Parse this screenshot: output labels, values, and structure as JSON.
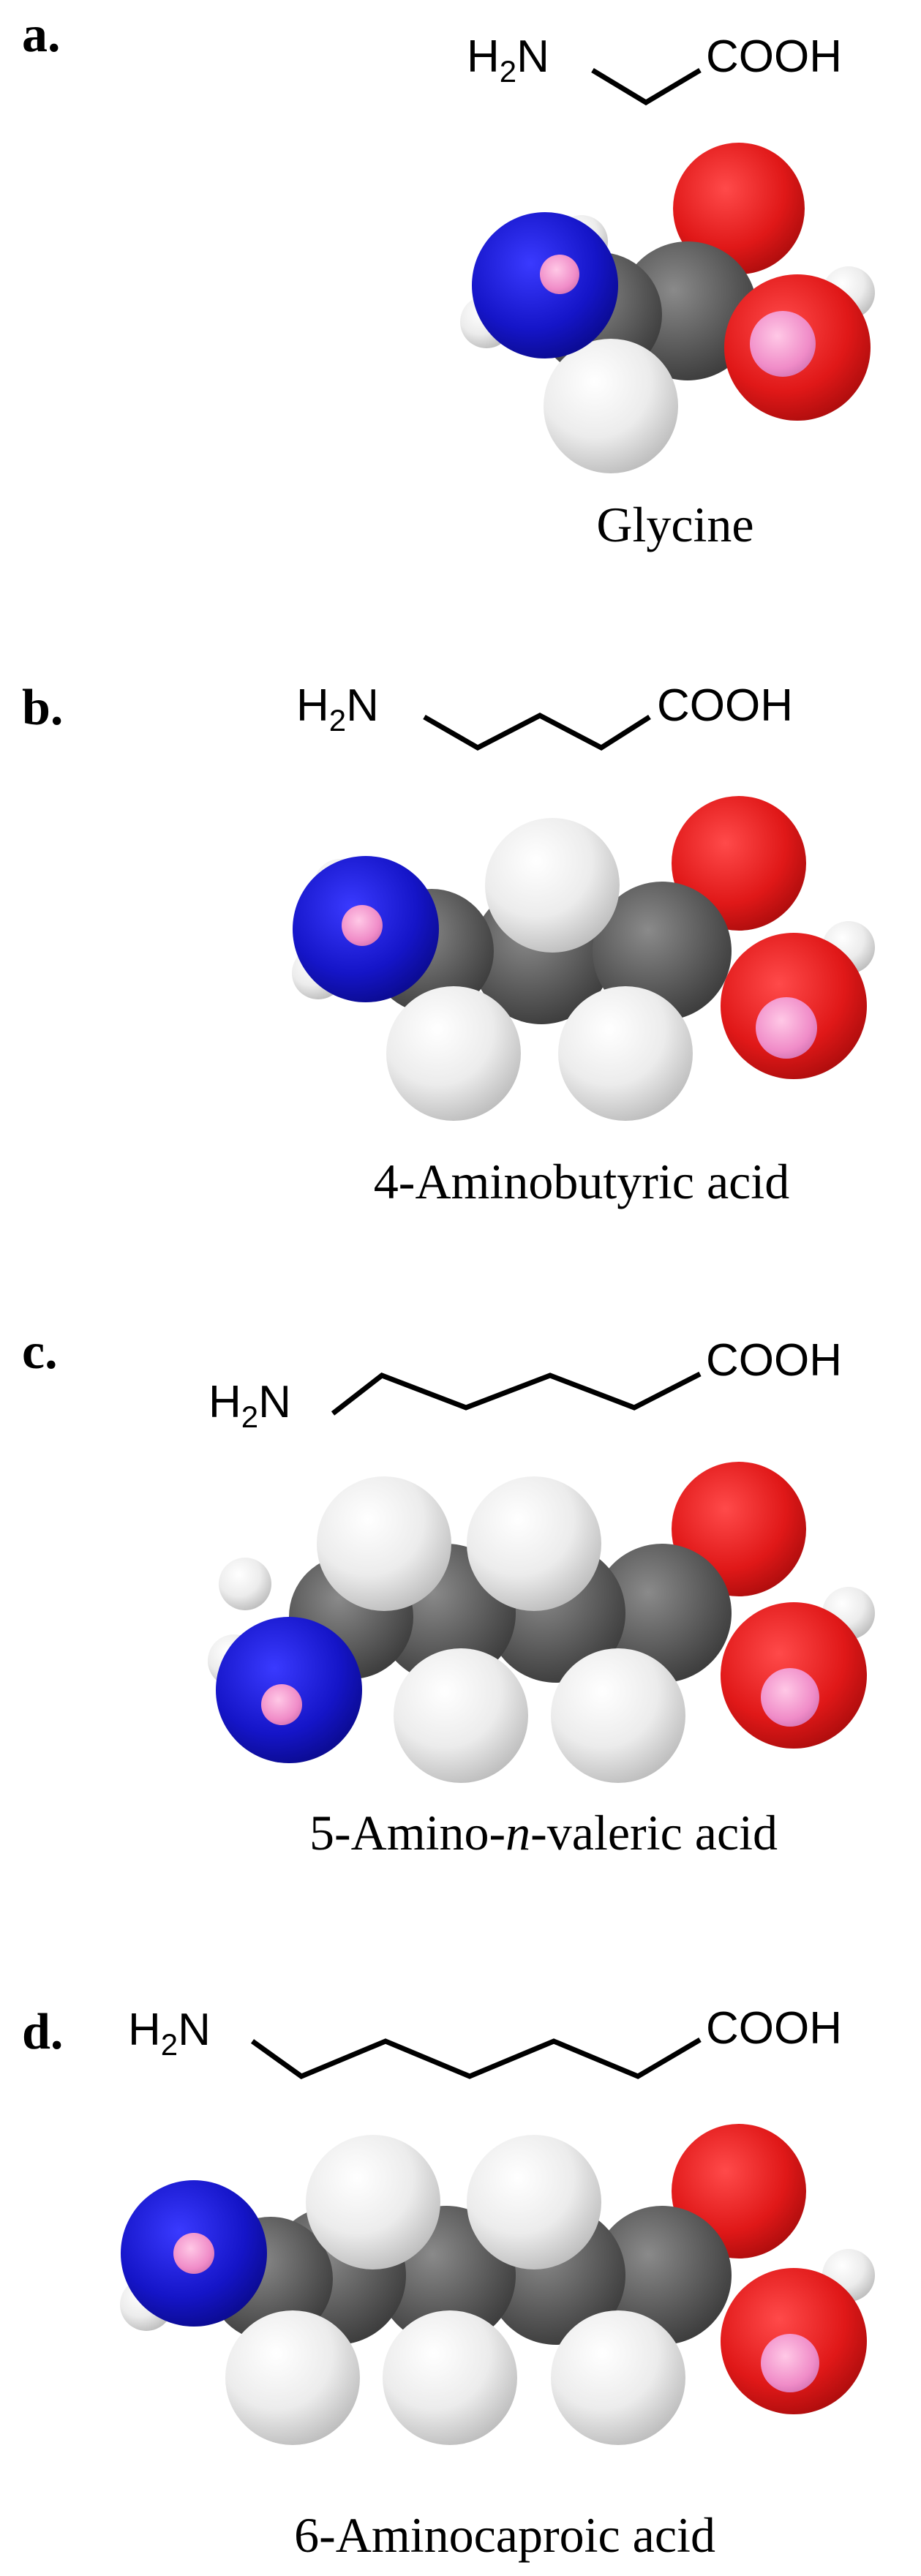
{
  "colors": {
    "carbon": "#5a5a5a",
    "hydrogen": "#ececec",
    "nitrogen": "#1515c8",
    "oxygen": "#e01818",
    "polar_hydrogen": "#f08cc8"
  },
  "panels": [
    {
      "label": "a.",
      "formula": {
        "left_main": "H",
        "left_sub": "2",
        "left_tail": "N",
        "right": "COOH"
      },
      "name": {
        "pre": "Glycine",
        "italic": "",
        "post": ""
      }
    },
    {
      "label": "b.",
      "formula": {
        "left_main": "H",
        "left_sub": "2",
        "left_tail": "N",
        "right": "COOH"
      },
      "name": {
        "pre": "4-Aminobutyric acid",
        "italic": "",
        "post": ""
      }
    },
    {
      "label": "c.",
      "formula": {
        "left_main": "H",
        "left_sub": "2",
        "left_tail": "N",
        "right": "COOH"
      },
      "name": {
        "pre": "5-Amino-",
        "italic": "n",
        "post": "-valeric acid"
      }
    },
    {
      "label": "d.",
      "formula": {
        "left_main": "H",
        "left_sub": "2",
        "left_tail": "N",
        "right": "COOH"
      },
      "name": {
        "pre": "6-Aminocaproic acid",
        "italic": "",
        "post": ""
      }
    }
  ]
}
